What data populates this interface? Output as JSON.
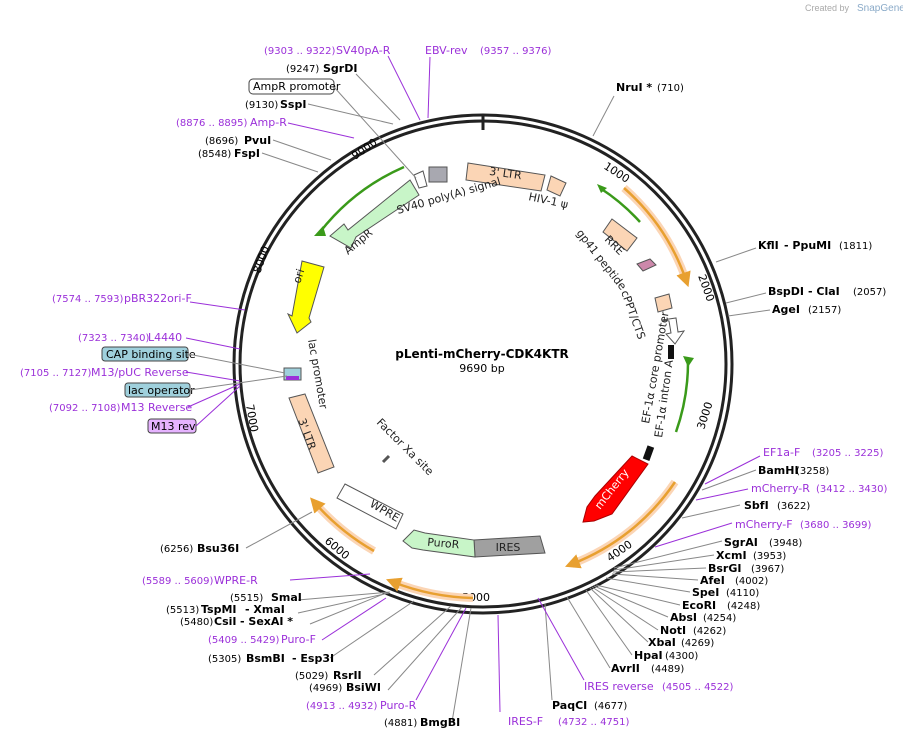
{
  "branding": {
    "created_by": "Created by",
    "app": "SnapGene"
  },
  "plasmid": {
    "name": "pLenti-mCherry-CDK4KTR",
    "size": "9690 bp"
  },
  "ticks": [
    "1000",
    "2000",
    "3000",
    "4000",
    "5000",
    "6000",
    "7000",
    "8000",
    "9000"
  ],
  "features": {
    "ltr3_top": "3' LTR",
    "hiv": "HIV-1 ψ",
    "rre": "RRE",
    "gp41": "gp41 peptide",
    "cppt": "cPPT/CTS",
    "ef1a_core": "EF-1α core promoter",
    "ef1a_intron": "EF-1α intron A",
    "mcherry": "mCherry",
    "ires": "IRES",
    "puror": "PuroR",
    "wpre": "WPRE",
    "factor_xa": "Factor Xa site",
    "ltr3_left": "3' LTR",
    "lac_promoter": "lac promoter",
    "ori": "ori",
    "ampr": "AmpR",
    "sv40": "SV40 poly(A) signal"
  },
  "boxed_labels": {
    "ampr_promoter": "AmpR promoter",
    "cap_site": "CAP binding site",
    "lac_operator": "lac operator",
    "m13_rev": "M13 rev"
  },
  "right_sites": [
    {
      "name": "NruI *",
      "pos": "(710)"
    },
    {
      "name": "KflI",
      "name2": "- PpuMI",
      "pos": "(1811)"
    },
    {
      "name": "BspDI",
      "name2": "- ClaI",
      "pos": "(2057)"
    },
    {
      "name": "AgeI",
      "pos": "(2157)"
    },
    {
      "name": "BamHI",
      "pos": "(3258)"
    },
    {
      "name": "SbfI",
      "pos": "(3622)"
    },
    {
      "name": "SgrAI",
      "pos": "(3948)"
    },
    {
      "name": "XcmI",
      "pos": "(3953)"
    },
    {
      "name": "BsrGI",
      "pos": "(3967)"
    },
    {
      "name": "AfeI",
      "pos": "(4002)"
    },
    {
      "name": "SpeI",
      "pos": "(4110)"
    },
    {
      "name": "EcoRI",
      "pos": "(4248)"
    },
    {
      "name": "AbsI",
      "pos": "(4254)"
    },
    {
      "name": "NotI",
      "pos": "(4262)"
    },
    {
      "name": "XbaI",
      "pos": "(4269)"
    },
    {
      "name": "HpaI",
      "pos": "(4300)"
    },
    {
      "name": "AvrII",
      "pos": "(4489)"
    },
    {
      "name": "PaqCI",
      "pos": "(4677)"
    }
  ],
  "left_sites": [
    {
      "pos": "(9247)",
      "name": "SgrDI"
    },
    {
      "pos": "(9130)",
      "name": "SspI"
    },
    {
      "pos": "(8696)",
      "name": "PvuI"
    },
    {
      "pos": "(8548)",
      "name": "FspI"
    },
    {
      "pos": "(6256)",
      "name": "Bsu36I"
    },
    {
      "pos": "(5515)",
      "name": "SmaI"
    },
    {
      "pos": "(5513)",
      "name": "TspMI",
      "name2": "- XmaI"
    },
    {
      "pos": "(5480)",
      "name": "CsiI",
      "name2": "- SexAI *"
    },
    {
      "pos": "(5305)",
      "name": "BsmBI",
      "name2": "- Esp3I"
    },
    {
      "pos": "(5029)",
      "name": "RsrII"
    },
    {
      "pos": "(4969)",
      "name": "BsiWI"
    },
    {
      "pos": "(4881)",
      "name": "BmgBI"
    }
  ],
  "primers_right": [
    {
      "name": "EF1a-F",
      "pos": "(3205 .. 3225)"
    },
    {
      "name": "mCherry-R",
      "pos": "(3412 .. 3430)"
    },
    {
      "name": "mCherry-F",
      "pos": "(3680 .. 3699)"
    },
    {
      "name": "IRES reverse",
      "pos": "(4505 .. 4522)"
    }
  ],
  "primers_left": [
    {
      "pos": "(9303 .. 9322)",
      "name": "SV40pA-R"
    },
    {
      "pos": "(9357 .. 9376)",
      "name": "EBV-rev"
    },
    {
      "pos": "(8876 .. 8895)",
      "name": "Amp-R"
    },
    {
      "pos": "(7574 .. 7593)",
      "name": "pBR322ori-F"
    },
    {
      "pos": "(7323 .. 7340)",
      "name": "L4440"
    },
    {
      "pos": "(7105 .. 7127)",
      "name": "M13/pUC Reverse"
    },
    {
      "pos": "(7092 .. 7108)",
      "name": "M13 Reverse"
    },
    {
      "pos": "(5589 .. 5609)",
      "name": "WPRE-R"
    },
    {
      "pos": "(5409 .. 5429)",
      "name": "Puro-F"
    },
    {
      "pos": "(4913 .. 4932)",
      "name": "Puro-R"
    }
  ],
  "primers_bottom": [
    {
      "name": "IRES-F",
      "pos": "(4732 .. 4751)"
    }
  ],
  "colors": {
    "backbone": "#222222",
    "primer": "#9b30d9",
    "ltr": "#fbd5b5",
    "orange_arrow": "#e8a030",
    "green_arrow": "#3a9a1a",
    "ampr": "#c8f5c8",
    "ori": "#ffff00",
    "mcherry": "#ff0000",
    "ires": "#a0a0a0",
    "puror": "#c8f5c8",
    "lac_box": "#9fd0dc",
    "m13_box": "#e6b3ff"
  }
}
